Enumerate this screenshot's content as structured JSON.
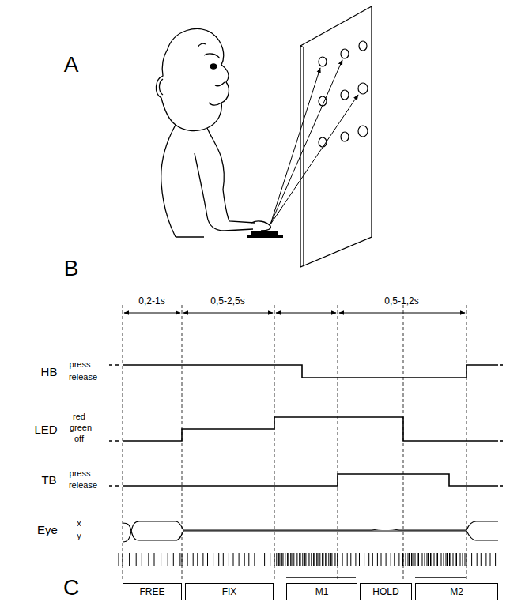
{
  "diagram": {
    "nodes": [
      {
        "text": [
          "FREE"
        ]
      },
      {
        "text": [
          "FIX"
        ]
      },
      {
        "text": [
          "M1"
        ]
      },
      {
        "text": [
          "HOLD"
        ]
      },
      {
        "text": [
          "M2"
        ]
      }
    ],
    "labels": [
      "A",
      "B",
      "C",
      "0,2-1s",
      "0,5-2,5s",
      "0,5-1,2s",
      "HB",
      "press",
      "release",
      "LED",
      "red",
      "green",
      "off",
      "TB",
      "press",
      "release",
      "Eye",
      "x",
      "y"
    ]
  }
}
